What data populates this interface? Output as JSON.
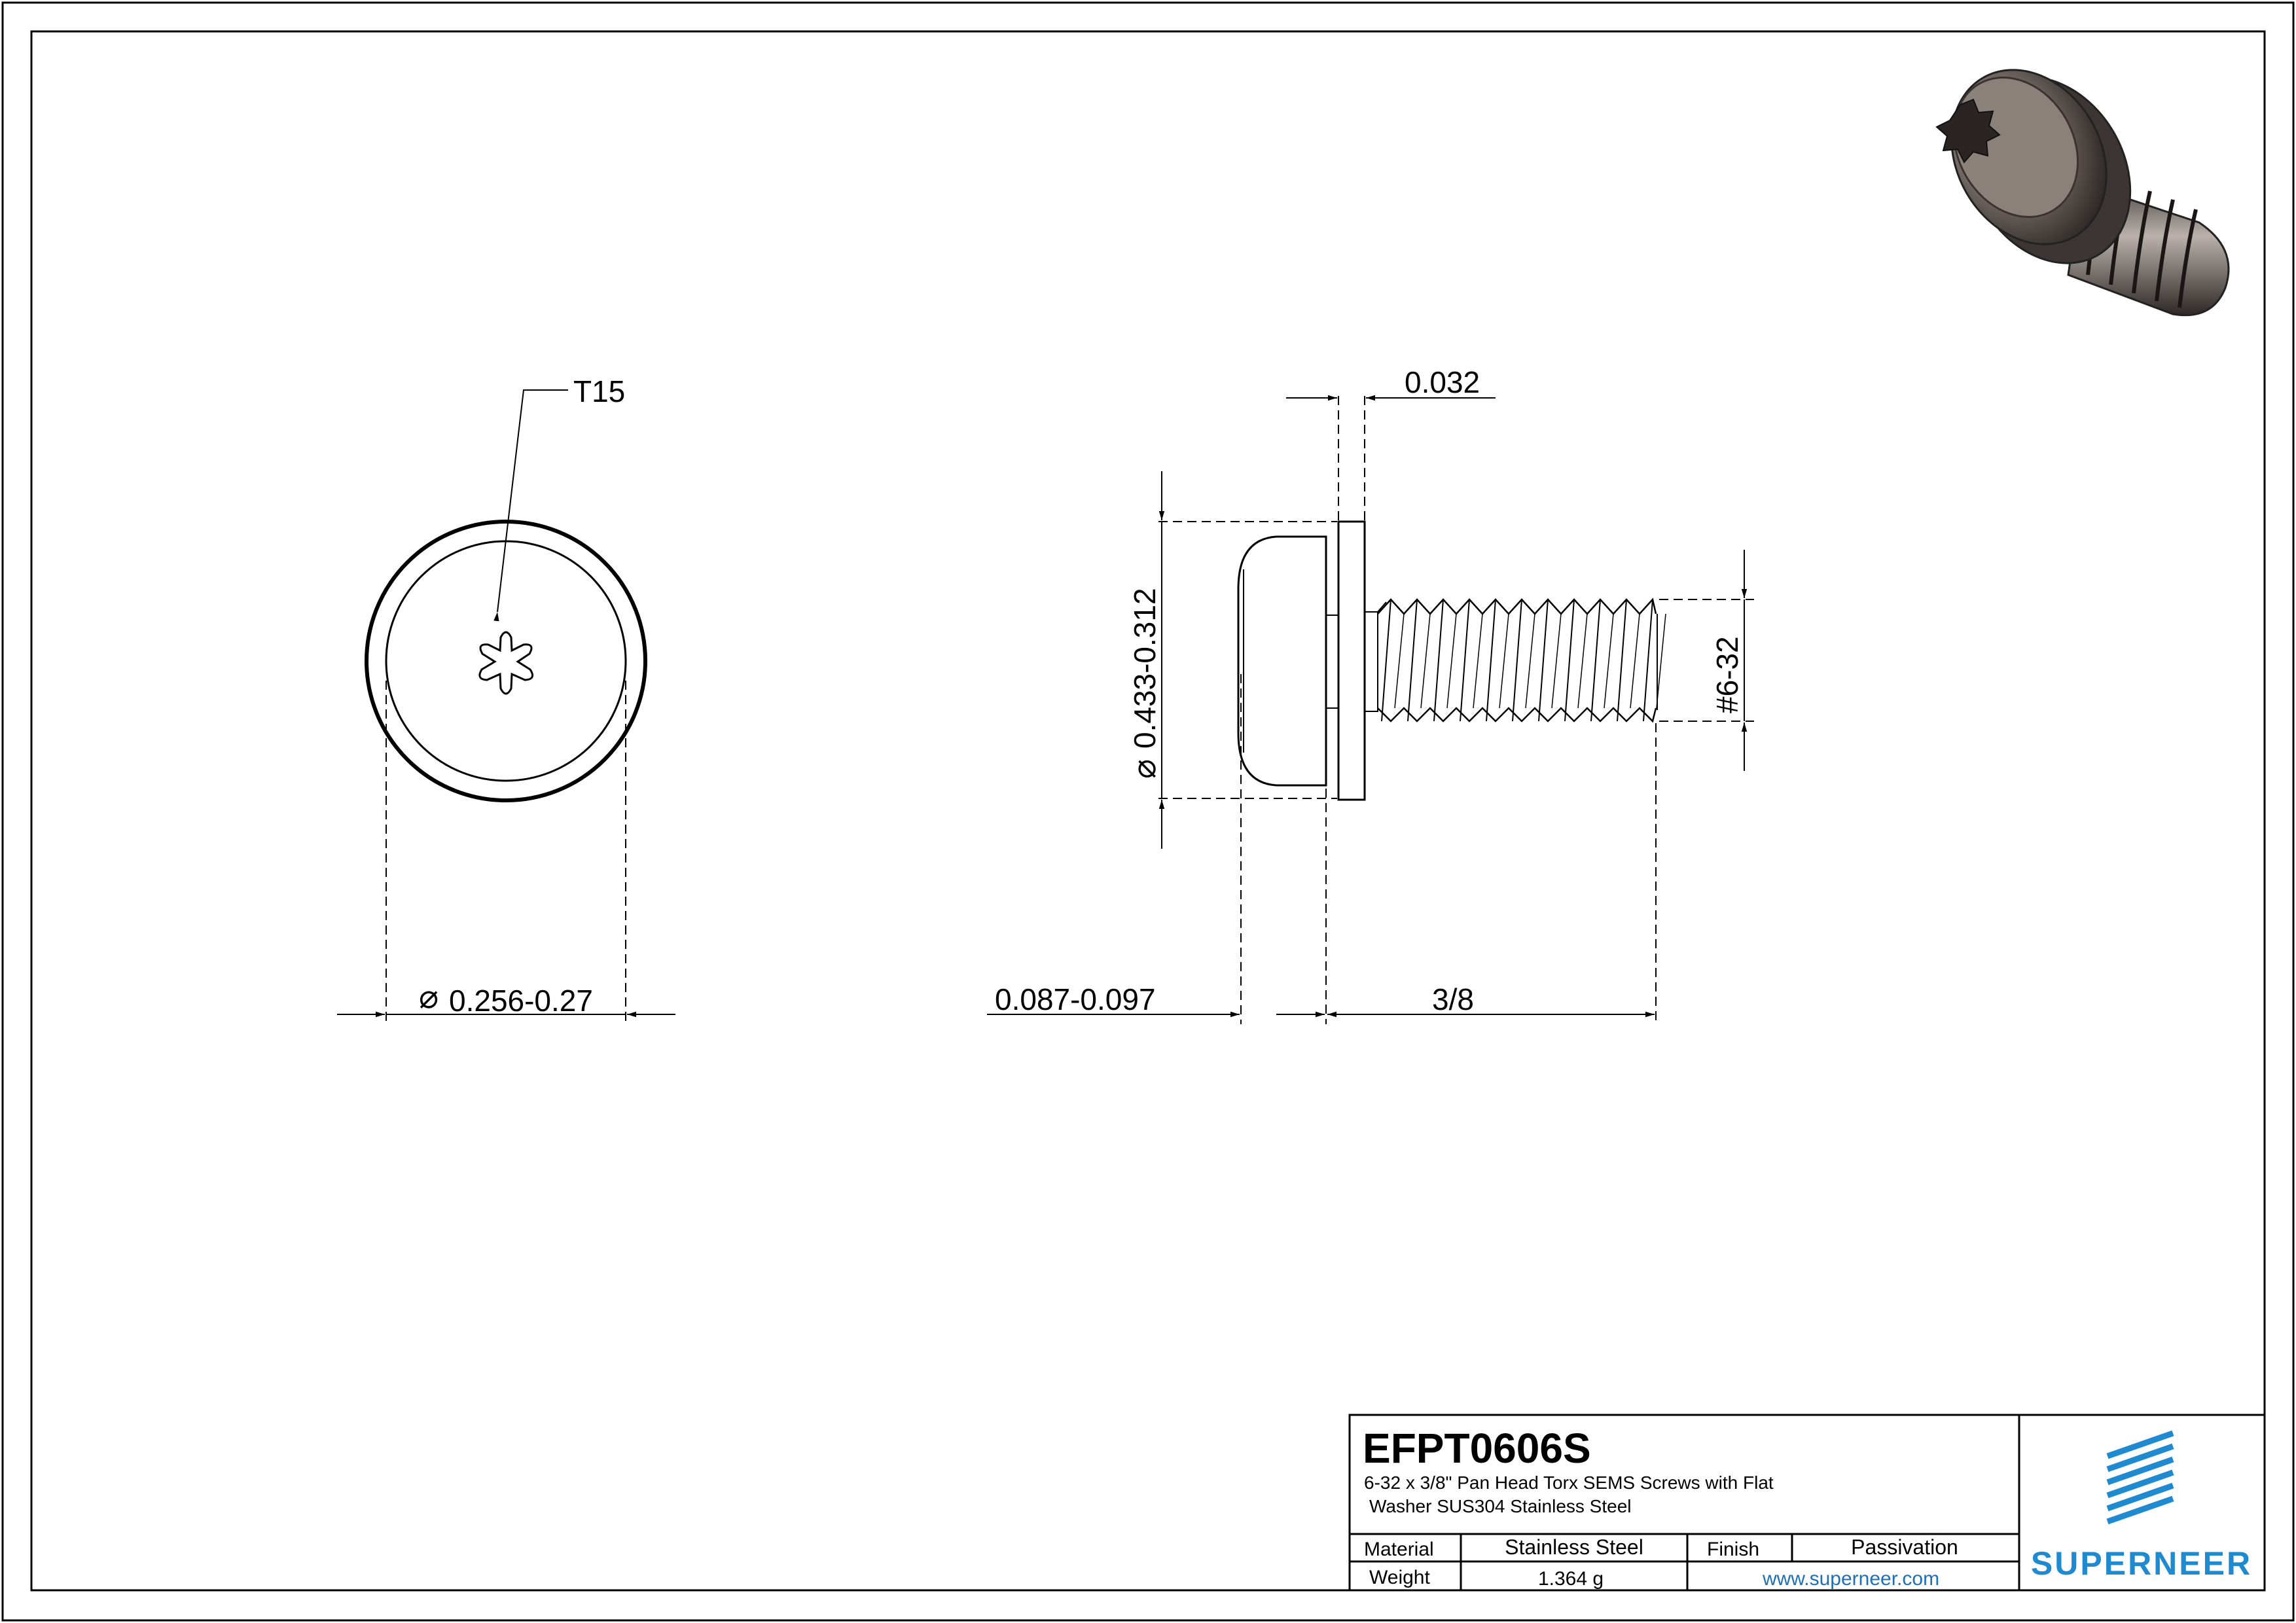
{
  "drawing": {
    "torx_label": "T15",
    "head_diameter": "0.256-0.27",
    "washer_thickness": "0.032",
    "washer_diameter": "0.433-0.312",
    "head_height": "0.087-0.097",
    "length": "3/8",
    "thread": "#6-32",
    "diameter_symbol": "⌀"
  },
  "title_block": {
    "part_number": "EFPT0606S",
    "description_line1": "6-32 x 3/8\" Pan Head Torx SEMS Screws with  Flat",
    "description_line2": "Washer SUS304 Stainless Steel",
    "material_label": "Material",
    "material_value": "Stainless Steel",
    "finish_label": "Finish",
    "finish_value": "Passivation",
    "weight_label": "Weight",
    "weight_value": "1.364 g",
    "website": "www.superneer.com",
    "brand": "SUPERNEER"
  },
  "colors": {
    "line": "#000000",
    "brand_blue": "#1f8ad0",
    "link_blue": "#1f6fb4"
  },
  "icons": [
    "superneer-logo-icon",
    "screw-3d-render-icon"
  ]
}
